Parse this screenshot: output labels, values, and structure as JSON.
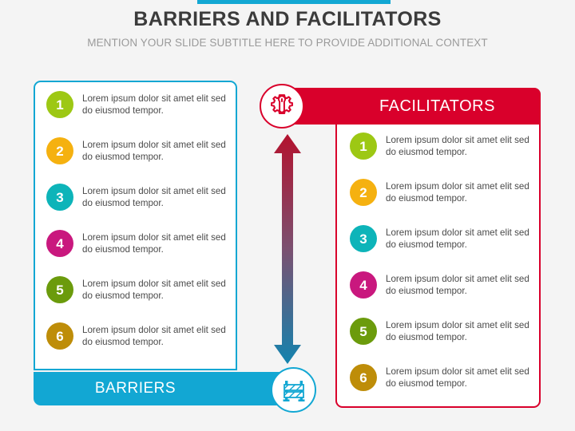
{
  "header": {
    "title": "BARRIERS AND FACILITATORS",
    "subtitle": "MENTION YOUR SLIDE SUBTITLE HERE TO PROVIDE ADDITIONAL CONTEXT",
    "accent_color": "#12A7D3"
  },
  "barriers": {
    "label": "BARRIERS",
    "color": "#12A7D3",
    "icon": "road-barricade-icon",
    "items": [
      {
        "number": "1",
        "color": "#9DC814",
        "text": "Lorem ipsum dolor sit amet elit sed do eiusmod tempor."
      },
      {
        "number": "2",
        "color": "#F5B110",
        "text": "Lorem ipsum dolor sit amet elit sed do eiusmod tempor."
      },
      {
        "number": "3",
        "color": "#0DB4B9",
        "text": "Lorem ipsum dolor sit amet elit sed do eiusmod tempor."
      },
      {
        "number": "4",
        "color": "#C9187E",
        "text": "Lorem ipsum dolor sit amet elit sed do eiusmod tempor."
      },
      {
        "number": "5",
        "color": "#6B9B0C",
        "text": "Lorem ipsum dolor sit amet elit sed do eiusmod tempor."
      },
      {
        "number": "6",
        "color": "#BE8D09",
        "text": "Lorem ipsum dolor sit amet elit sed do eiusmod tempor."
      }
    ]
  },
  "facilitators": {
    "label": "FACILITATORS",
    "color": "#D9002B",
    "icon": "gear-wrench-icon",
    "items": [
      {
        "number": "1",
        "color": "#9DC814",
        "text": "Lorem ipsum dolor sit amet elit sed do eiusmod tempor."
      },
      {
        "number": "2",
        "color": "#F5B110",
        "text": "Lorem ipsum dolor sit amet elit sed do eiusmod tempor."
      },
      {
        "number": "3",
        "color": "#0DB4B9",
        "text": "Lorem ipsum dolor sit amet elit sed do eiusmod tempor."
      },
      {
        "number": "4",
        "color": "#C9187E",
        "text": "Lorem ipsum dolor sit amet elit sed do eiusmod tempor."
      },
      {
        "number": "5",
        "color": "#6B9B0C",
        "text": "Lorem ipsum dolor sit amet elit sed do eiusmod tempor."
      },
      {
        "number": "6",
        "color": "#BE8D09",
        "text": "Lorem ipsum dolor sit amet elit sed do eiusmod tempor."
      }
    ]
  },
  "connector": {
    "icon": "double-headed-arrow-icon",
    "top_color": "#B3122E",
    "bottom_color": "#1383AE"
  }
}
